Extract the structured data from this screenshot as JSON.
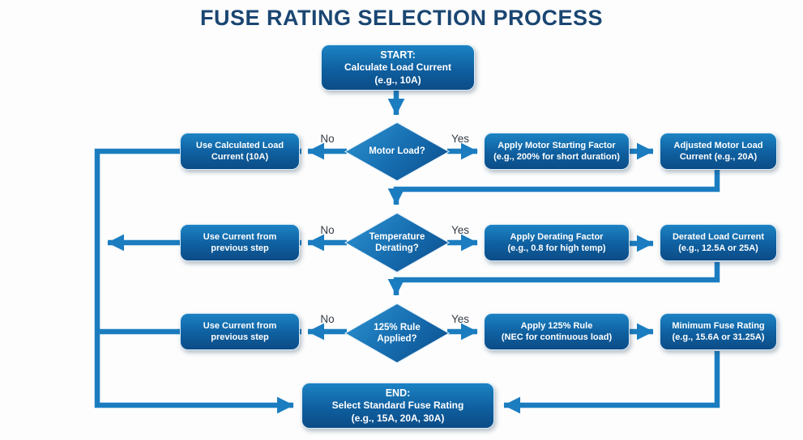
{
  "title": "FUSE RATING SELECTION PROCESS",
  "colors": {
    "accent_blue": "#1b7dc0",
    "node_gradient_top": "#1c83c4",
    "node_gradient_bottom": "#0b4c87",
    "title_navy": "#1a4672",
    "edge_label_color": "#363d46",
    "node_text": "#ffffff",
    "background": "#fdfdfd"
  },
  "start": {
    "title": "START:",
    "line1": "Calculate Load Current",
    "line2": "(e.g., 10A)"
  },
  "end": {
    "title": "END:",
    "line1": "Select Standard Fuse Rating",
    "line2": "(e.g., 15A, 20A, 30A)"
  },
  "rows": [
    {
      "no_label": "No",
      "yes_label": "Yes",
      "decision_line1": "Motor Load?",
      "decision_line2": "",
      "no_box_line1": "Use Calculated Load",
      "no_box_line2": "Current (10A)",
      "yes_box1_line1": "Apply Motor Starting Factor",
      "yes_box1_line2": "(e.g., 200% for short duration)",
      "yes_box2_line1": "Adjusted Motor Load",
      "yes_box2_line2": "Current (e.g., 20A)"
    },
    {
      "no_label": "No",
      "yes_label": "Yes",
      "decision_line1": "Temperature",
      "decision_line2": "Derating?",
      "no_box_line1": "Use Current from",
      "no_box_line2": "previous step",
      "yes_box1_line1": "Apply Derating Factor",
      "yes_box1_line2": "(e.g., 0.8 for high temp)",
      "yes_box2_line1": "Derated Load Current",
      "yes_box2_line2": "(e.g., 12.5A or 25A)"
    },
    {
      "no_label": "No",
      "yes_label": "Yes",
      "decision_line1": "125% Rule",
      "decision_line2": "Applied?",
      "no_box_line1": "Use Current from",
      "no_box_line2": "previous step",
      "yes_box1_line1": "Apply 125% Rule",
      "yes_box1_line2": "(NEC for continuous load)",
      "yes_box2_line1": "Minimum Fuse Rating",
      "yes_box2_line2": "(e.g., 15.6A or 31.25A)"
    }
  ]
}
